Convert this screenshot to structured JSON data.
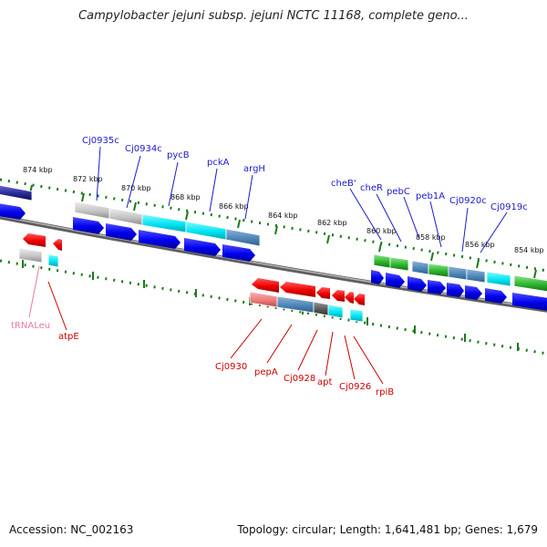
{
  "header": {
    "title": "Campylobacter jejuni subsp. jejuni NCTC 11168, complete geno..."
  },
  "footer": {
    "accession": "Accession: NC_002163",
    "summary": "Topology: circular; Length: 1,641,481 bp; Genes: 1,679"
  },
  "colors": {
    "forward_label": "#1a1acc",
    "reverse_label": "#cc0000",
    "trna_label": "#e87aa8",
    "tick_mark": "#1b7a1b",
    "backbone": "#777777"
  },
  "ruler": {
    "labels": [
      "874 kbp",
      "872 kbp",
      "870 kbp",
      "868 kbp",
      "866 kbp",
      "864 kbp",
      "862 kbp",
      "860 kbp",
      "858 kbp",
      "856 kbp",
      "854 kbp"
    ]
  },
  "genes": {
    "forward": [
      {
        "name": "Cj0935c",
        "color": "#1a1acc"
      },
      {
        "name": "Cj0934c",
        "color": "#1a1acc"
      },
      {
        "name": "pycB",
        "color": "#1a1acc"
      },
      {
        "name": "pckA",
        "color": "#1a1acc"
      },
      {
        "name": "argH",
        "color": "#1a1acc"
      },
      {
        "name": "cheB'",
        "color": "#1a1acc"
      },
      {
        "name": "cheR",
        "color": "#1a1acc"
      },
      {
        "name": "pebC",
        "color": "#1a1acc"
      },
      {
        "name": "peb1A",
        "color": "#1a1acc"
      },
      {
        "name": "Cj0920c",
        "color": "#1a1acc"
      },
      {
        "name": "Cj0919c",
        "color": "#1a1acc"
      }
    ],
    "reverse": [
      {
        "name": "tRNALeu",
        "color": "#e87aa8"
      },
      {
        "name": "atpE",
        "color": "#cc0000"
      },
      {
        "name": "Cj0930",
        "color": "#cc0000"
      },
      {
        "name": "pepA",
        "color": "#cc0000"
      },
      {
        "name": "Cj0928",
        "color": "#cc0000"
      },
      {
        "name": "apt",
        "color": "#cc0000"
      },
      {
        "name": "Cj0926",
        "color": "#cc0000"
      },
      {
        "name": "rpiB",
        "color": "#cc0000"
      }
    ]
  }
}
